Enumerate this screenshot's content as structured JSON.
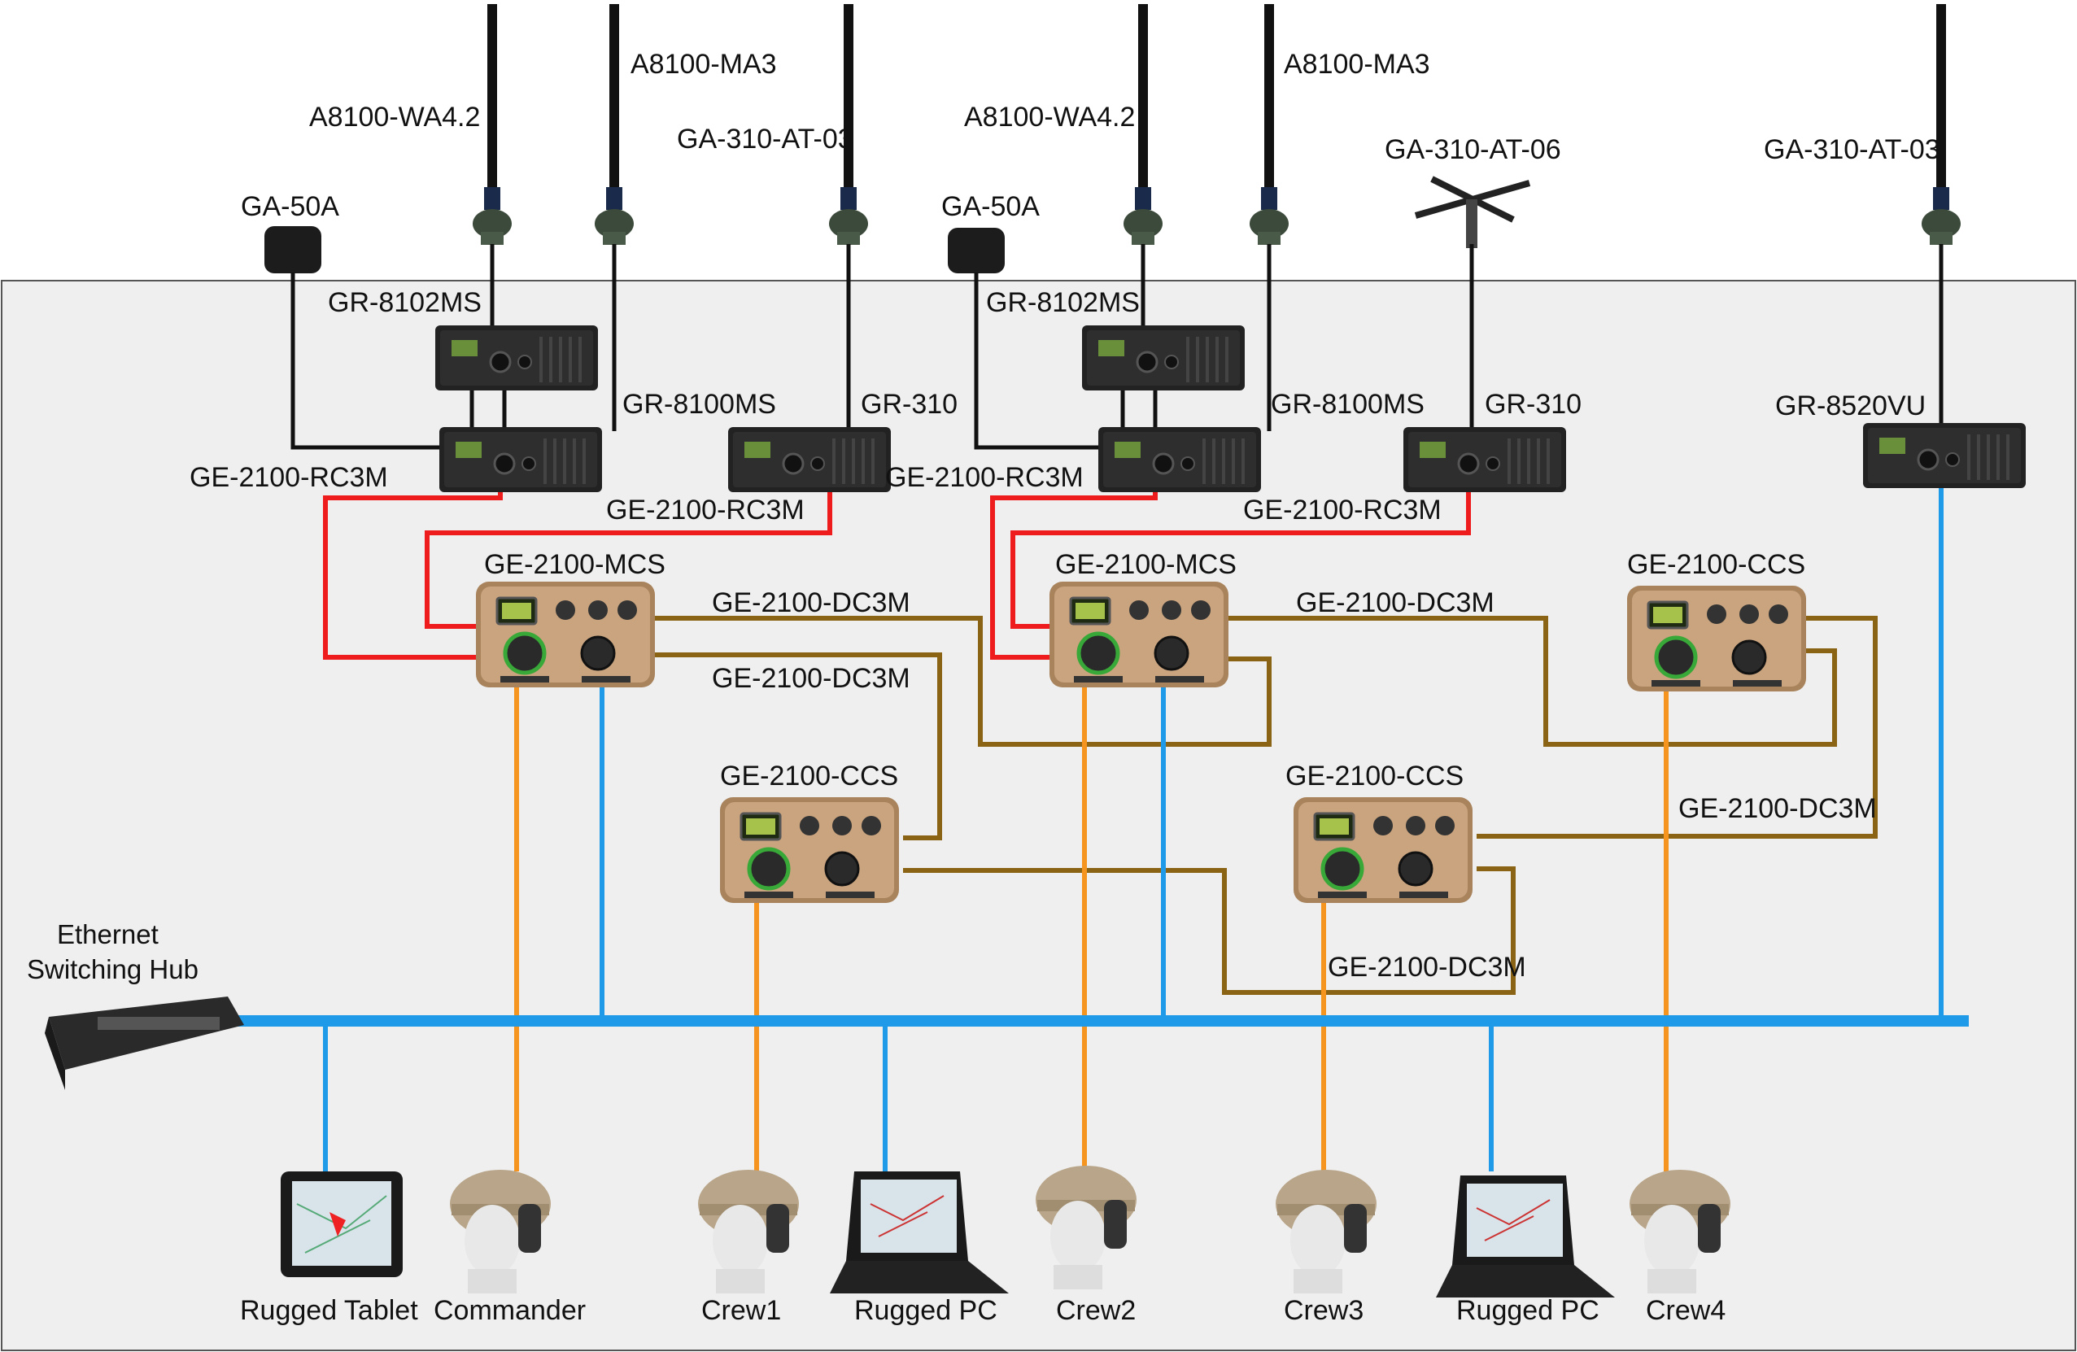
{
  "antennas": {
    "a1_wa": "A8100-WA4.2",
    "a1_ma": "A8100-MA3",
    "a1_at03": "GA-310-AT-03",
    "a1_ga50": "GA-50A",
    "a2_wa": "A8100-WA4.2",
    "a2_ma": "A8100-MA3",
    "a2_at06": "GA-310-AT-06",
    "a2_ga50": "GA-50A",
    "a3_at03": "GA-310-AT-03"
  },
  "radios": {
    "g1_8102": "GR-8102MS",
    "g1_8100": "GR-8100MS",
    "g1_310": "GR-310",
    "g2_8102": "GR-8102MS",
    "g2_8100": "GR-8100MS",
    "g2_310": "GR-310",
    "gr8520": "GR-8520VU"
  },
  "cables": {
    "rc3m_1": "GE-2100-RC3M",
    "rc3m_2": "GE-2100-RC3M",
    "rc3m_3": "GE-2100-RC3M",
    "rc3m_4": "GE-2100-RC3M",
    "dc3m_1": "GE-2100-DC3M",
    "dc3m_2": "GE-2100-DC3M",
    "dc3m_3": "GE-2100-DC3M",
    "dc3m_4": "GE-2100-DC3M",
    "dc3m_5": "GE-2100-DC3M"
  },
  "stations": {
    "mcs1": "GE-2100-MCS",
    "mcs2": "GE-2100-MCS",
    "ccs1": "GE-2100-CCS",
    "ccs2": "GE-2100-CCS",
    "ccs3": "GE-2100-CCS"
  },
  "hub": {
    "line1": "Ethernet",
    "line2": "Switching Hub"
  },
  "endpoints": {
    "tablet": "Rugged Tablet",
    "commander": "Commander",
    "crew1": "Crew1",
    "pc1": "Rugged PC",
    "crew2": "Crew2",
    "crew3": "Crew3",
    "pc2": "Rugged PC",
    "crew4": "Crew4"
  },
  "colors": {
    "red_cable": "#ee1c1c",
    "brown_cable": "#8a6414",
    "orange_cable": "#f5941f",
    "ethernet": "#1f9ae8",
    "panel_bg": "#efefef",
    "station_body": "#c9a47e"
  }
}
